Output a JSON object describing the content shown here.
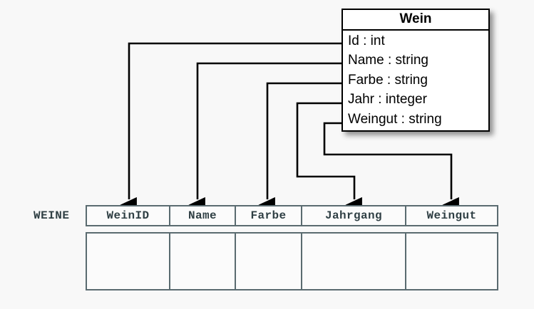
{
  "diagram": {
    "type": "uml-to-relational-mapping",
    "background_color": "#f8f8f8",
    "line_color": "#000000"
  },
  "class_box": {
    "name": "Wein",
    "border_color": "#000000",
    "fill_color": "#ffffff",
    "attributes": [
      {
        "label": "Id : int",
        "name": "Id",
        "datatype": "int"
      },
      {
        "label": "Name : string",
        "name": "Name",
        "datatype": "string"
      },
      {
        "label": "Farbe : string",
        "name": "Farbe",
        "datatype": "string"
      },
      {
        "label": "Jahr : integer",
        "name": "Jahr",
        "datatype": "integer"
      },
      {
        "label": "Weingut : string",
        "name": "Weingut",
        "datatype": "string"
      }
    ]
  },
  "relation": {
    "label": "WEINE",
    "label_color": "#2f3f44",
    "border_color": "#5a6b70",
    "columns": [
      {
        "header": "WeinID"
      },
      {
        "header": "Name"
      },
      {
        "header": "Farbe"
      },
      {
        "header": "Jahrgang"
      },
      {
        "header": "Weingut"
      }
    ],
    "rows": [
      [
        "",
        "",
        "",
        "",
        ""
      ]
    ]
  },
  "mappings": [
    {
      "from": "Id",
      "to": "WeinID"
    },
    {
      "from": "Name",
      "to": "Name"
    },
    {
      "from": "Farbe",
      "to": "Farbe"
    },
    {
      "from": "Jahr",
      "to": "Jahrgang"
    },
    {
      "from": "Weingut",
      "to": "Weingut"
    }
  ]
}
